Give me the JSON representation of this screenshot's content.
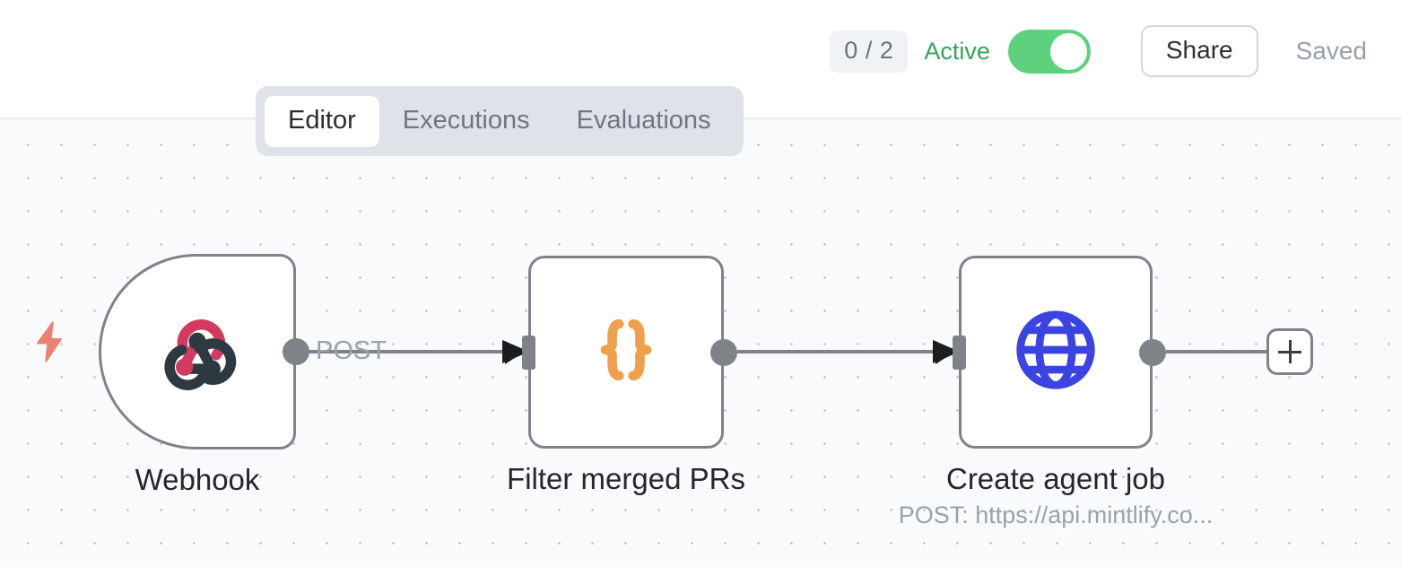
{
  "header": {
    "execution_count": "0 / 2",
    "active_label": "Active",
    "toggle_state": "on",
    "share_label": "Share",
    "saved_label": "Saved",
    "accent_green": "#5ed17f",
    "active_text_color": "#36a35b"
  },
  "tabs": [
    {
      "label": "Editor",
      "active": true
    },
    {
      "label": "Executions",
      "active": false
    },
    {
      "label": "Evaluations",
      "active": false
    }
  ],
  "canvas": {
    "background": "#f9fafc",
    "dot_color": "#c3c7d1",
    "trigger_icon": "lightning-bolt-icon",
    "trigger_icon_color": "#ed8272"
  },
  "nodes": [
    {
      "id": "webhook",
      "label": "Webhook",
      "sublabel": "",
      "icon": "webhook-icon",
      "icon_colors": {
        "primary": "#d33a5f",
        "secondary": "#2d3a42"
      },
      "type": "trigger"
    },
    {
      "id": "filter",
      "label": "Filter merged PRs",
      "sublabel": "",
      "icon": "code-braces-icon",
      "icon_colors": {
        "primary": "#f0a04b",
        "secondary": "#f0a04b"
      },
      "type": "action"
    },
    {
      "id": "http",
      "label": "Create agent job",
      "sublabel": "POST: https://api.mintlify.co...",
      "icon": "globe-icon",
      "icon_colors": {
        "primary": "#3b43e0",
        "secondary": "#3b43e0"
      },
      "type": "action"
    }
  ],
  "edges": [
    {
      "from": "webhook",
      "to": "filter",
      "label": "POST"
    },
    {
      "from": "filter",
      "to": "http",
      "label": ""
    }
  ],
  "add_node_button": {
    "icon": "plus-icon",
    "label": ""
  }
}
